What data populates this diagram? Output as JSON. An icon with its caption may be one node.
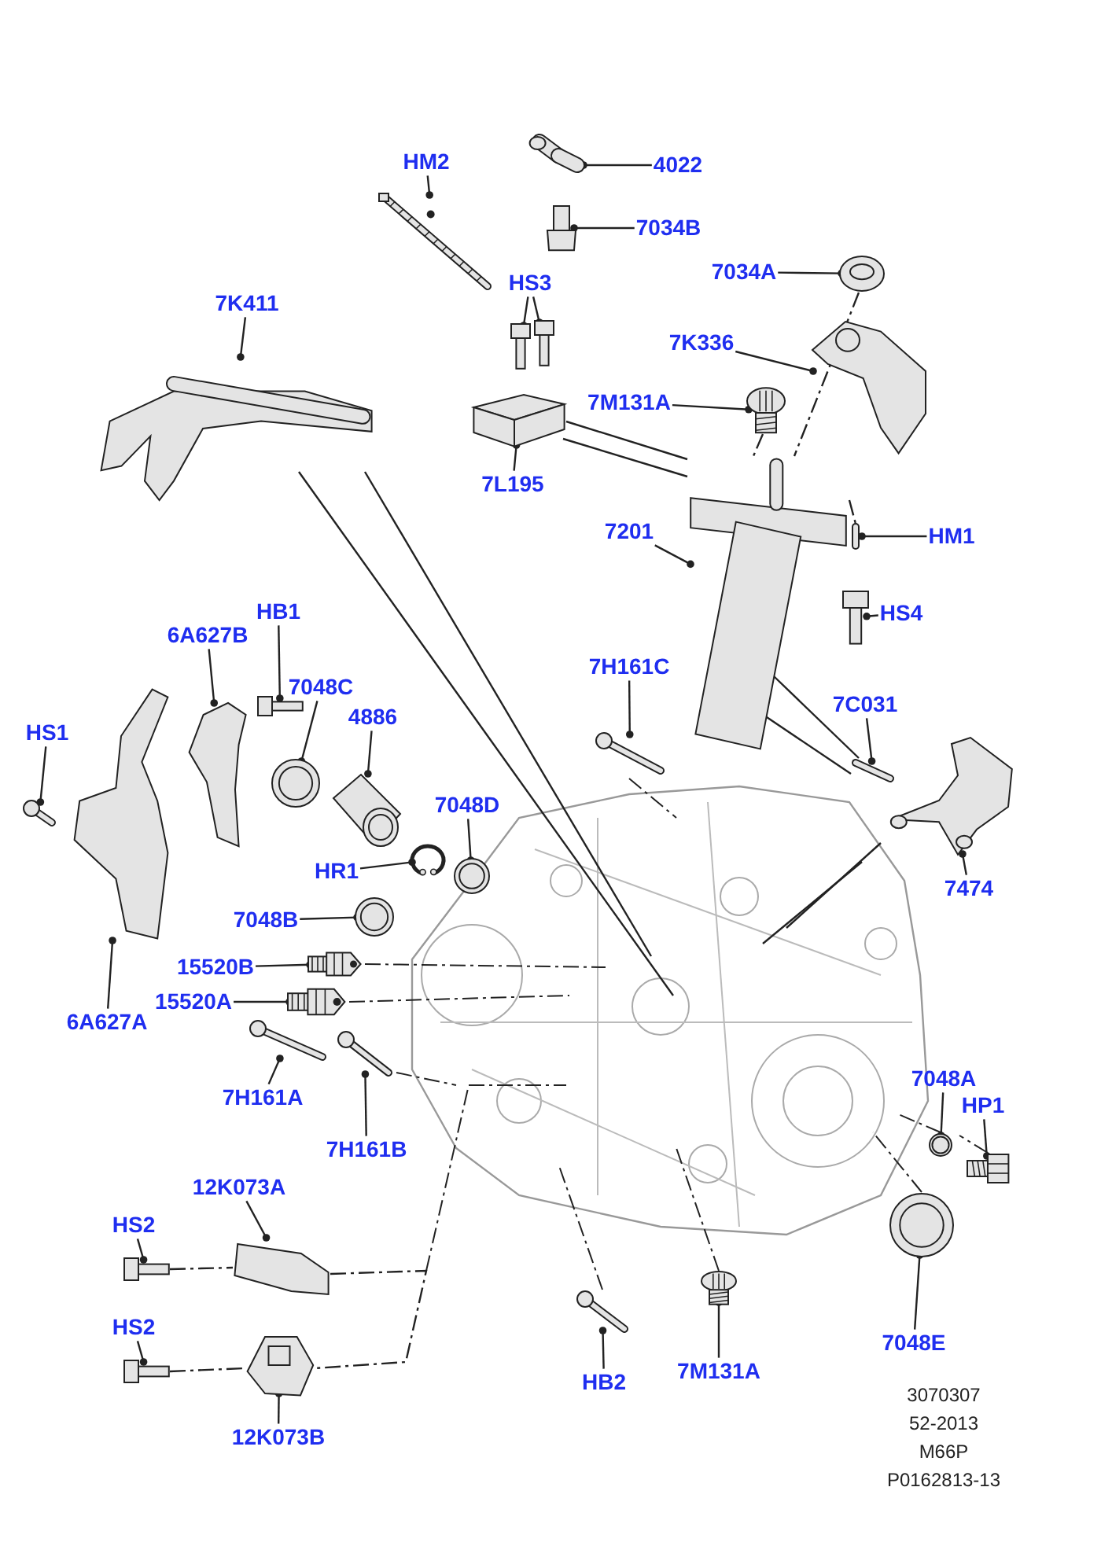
{
  "diagram": {
    "nodes": [
      {
        "text": [
          "HM2"
        ]
      },
      {
        "text": [],
        "shape": "picture"
      },
      {
        "text": [
          "4022"
        ]
      },
      {
        "text": [],
        "shape": "picture"
      },
      {
        "text": [
          "7034B"
        ]
      },
      {
        "text": [],
        "shape": "picture"
      },
      {
        "text": [
          "7034A"
        ]
      },
      {
        "text": [],
        "shape": "picture"
      },
      {
        "text": [
          "HS3"
        ]
      },
      {
        "text": [],
        "shape": "picture"
      },
      {
        "text": [],
        "shape": "picture"
      },
      {
        "text": [
          "7K411"
        ]
      },
      {
        "text": [],
        "shape": "picture"
      },
      {
        "text": [
          "7K336"
        ]
      },
      {
        "text": [],
        "shape": "picture"
      },
      {
        "text": [
          "7M131A"
        ]
      },
      {
        "text": [],
        "shape": "picture"
      },
      {
        "text": [
          "7L195"
        ]
      },
      {
        "text": [],
        "shape": "picture"
      },
      {
        "text": [
          "7201"
        ]
      },
      {
        "text": [],
        "shape": "picture"
      },
      {
        "text": [
          "HM1"
        ]
      },
      {
        "text": [],
        "shape": "picture"
      },
      {
        "text": [
          "HS4"
        ]
      },
      {
        "text": [],
        "shape": "picture"
      },
      {
        "text": [
          "HB1"
        ]
      },
      {
        "text": [],
        "shape": "picture"
      },
      {
        "text": [
          "6A627B"
        ]
      },
      {
        "text": [],
        "shape": "picture"
      },
      {
        "text": [
          "7H161C"
        ]
      },
      {
        "text": [],
        "shape": "picture"
      },
      {
        "text": [
          "7048C"
        ]
      },
      {
        "text": [],
        "shape": "picture"
      },
      {
        "text": [
          "7C031"
        ]
      },
      {
        "text": [],
        "shape": "picture"
      },
      {
        "text": [
          "4886"
        ]
      },
      {
        "text": [],
        "shape": "picture"
      },
      {
        "text": [
          "HS1"
        ]
      },
      {
        "text": [],
        "shape": "picture"
      },
      {
        "text": [
          "7048D"
        ]
      },
      {
        "text": [],
        "shape": "picture"
      },
      {
        "text": [
          "HR1"
        ]
      },
      {
        "text": [],
        "shape": "picture"
      },
      {
        "text": [
          "7474"
        ]
      },
      {
        "text": [],
        "shape": "picture"
      },
      {
        "text": [
          "7048B"
        ]
      },
      {
        "text": [],
        "shape": "picture"
      },
      {
        "text": [
          "15520B"
        ]
      },
      {
        "text": [],
        "shape": "picture"
      },
      {
        "text": [
          "15520A"
        ]
      },
      {
        "text": [],
        "shape": "picture"
      },
      {
        "text": [
          "6A627A"
        ]
      },
      {
        "text": [],
        "shape": "picture"
      },
      {
        "text": [
          "7H161A"
        ]
      },
      {
        "text": [],
        "shape": "picture"
      },
      {
        "text": [
          "7H161B"
        ]
      },
      {
        "text": [],
        "shape": "picture"
      },
      {
        "text": [
          "12K073A"
        ]
      },
      {
        "text": [],
        "shape": "picture"
      },
      {
        "text": [
          "HS2"
        ]
      },
      {
        "text": [],
        "shape": "picture"
      },
      {
        "text": [
          "HS2"
        ]
      },
      {
        "text": [],
        "shape": "picture"
      },
      {
        "text": [
          "12K073B"
        ]
      },
      {
        "text": [],
        "shape": "picture"
      },
      {
        "text": [
          "HB2"
        ]
      },
      {
        "text": [],
        "shape": "picture"
      },
      {
        "text": [
          "7M131A"
        ]
      },
      {
        "text": [],
        "shape": "picture"
      },
      {
        "text": [
          "7048A"
        ]
      },
      {
        "text": [],
        "shape": "picture"
      },
      {
        "text": [
          "HP1"
        ]
      },
      {
        "text": [],
        "shape": "picture"
      },
      {
        "text": [
          "7048E"
        ]
      },
      {
        "text": [],
        "shape": "picture"
      }
    ],
    "edges": [
      {
        "from": 0,
        "to": 1,
        "arrow": "other"
      },
      {
        "from": 2,
        "to": 3,
        "arrow": "other"
      },
      {
        "from": 4,
        "to": 5,
        "arrow": "other"
      },
      {
        "from": 6,
        "to": 7,
        "arrow": "other"
      },
      {
        "from": 8,
        "to": 9,
        "arrow": "other"
      },
      {
        "from": 8,
        "to": 10,
        "arrow": "other"
      },
      {
        "from": 11,
        "to": 12,
        "arrow": "other"
      },
      {
        "from": 13,
        "to": 14,
        "arrow": "other"
      },
      {
        "from": 15,
        "to": 16,
        "arrow": "other"
      },
      {
        "from": 17,
        "to": 18,
        "arrow": "other"
      },
      {
        "from": 19,
        "to": 20,
        "arrow": "other"
      },
      {
        "from": 21,
        "to": 22,
        "arrow": "other"
      },
      {
        "from": 23,
        "to": 24,
        "arrow": "other"
      },
      {
        "from": 25,
        "to": 26,
        "arrow": "other"
      },
      {
        "from": 27,
        "to": 28,
        "arrow": "other"
      },
      {
        "from": 29,
        "to": 30,
        "arrow": "other"
      },
      {
        "from": 31,
        "to": 32,
        "arrow": "other"
      },
      {
        "from": 33,
        "to": 34,
        "arrow": "other"
      },
      {
        "from": 35,
        "to": 36,
        "arrow": "other"
      },
      {
        "from": 37,
        "to": 38,
        "arrow": "other"
      },
      {
        "from": 39,
        "to": 40,
        "arrow": "other"
      },
      {
        "from": 41,
        "to": 42,
        "arrow": "other"
      },
      {
        "from": 43,
        "to": 44,
        "arrow": "other"
      },
      {
        "from": 45,
        "to": 46,
        "arrow": "other"
      },
      {
        "from": 47,
        "to": 48,
        "arrow": "other"
      },
      {
        "from": 49,
        "to": 50,
        "arrow": "other"
      },
      {
        "from": 51,
        "to": 52,
        "arrow": "other"
      },
      {
        "from": 53,
        "to": 54,
        "arrow": "other"
      },
      {
        "from": 55,
        "to": 56,
        "arrow": "other"
      },
      {
        "from": 57,
        "to": 58,
        "arrow": "other"
      },
      {
        "from": 59,
        "to": 60,
        "arrow": "other"
      },
      {
        "from": 61,
        "to": 62,
        "arrow": "other"
      },
      {
        "from": 63,
        "to": 64,
        "arrow": "other"
      },
      {
        "from": 65,
        "to": 66,
        "arrow": "other"
      },
      {
        "from": 67,
        "to": 68,
        "arrow": "other"
      },
      {
        "from": 69,
        "to": 70,
        "arrow": "other"
      },
      {
        "from": 71,
        "to": 72,
        "arrow": "other"
      },
      {
        "from": 73,
        "to": 74,
        "arrow": "other"
      },
      {
        "from": 7,
        "to": 20,
        "arrow": "none",
        "style": "dashed"
      },
      {
        "from": 16,
        "to": 20,
        "arrow": "none",
        "style": "dashed"
      },
      {
        "from": 18,
        "to": 20,
        "arrow": "none"
      },
      {
        "from": 18,
        "to": 20,
        "arrow": "none"
      },
      {
        "from": 20,
        "to": 22,
        "arrow": "none",
        "style": "dashed"
      },
      {
        "from": 20,
        "to": 34,
        "arrow": "none"
      },
      {
        "from": 20,
        "to": 34,
        "arrow": "none"
      },
      {
        "from": 60,
        "to": 58,
        "arrow": "none",
        "style": "dashed"
      },
      {
        "from": 62,
        "to": 64,
        "arrow": "none",
        "style": "dashed"
      },
      {
        "from": 58,
        "to": 64,
        "arrow": "none",
        "style": "dashed"
      }
    ],
    "labels": [
      "3070307",
      "52-2013",
      "M66P",
      "P0162813-13"
    ]
  }
}
